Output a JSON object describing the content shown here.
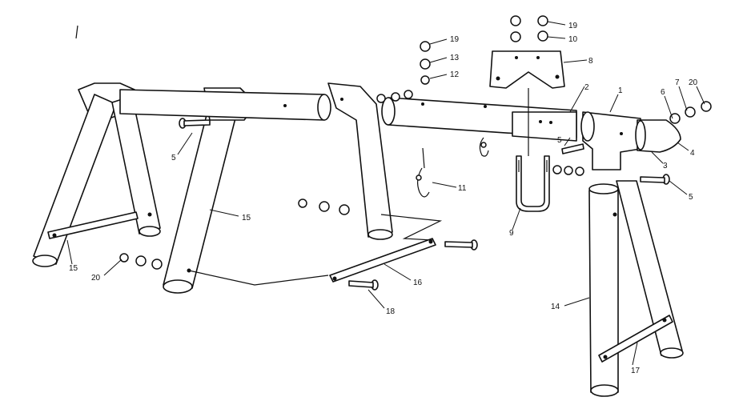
{
  "colors": {
    "ink": "#111111",
    "paper": "#ffffff"
  },
  "callouts": {
    "c1": "1",
    "c2": "2",
    "c3": "3",
    "c4": "4",
    "c5a": "5",
    "c5b": "5",
    "c5c": "5",
    "c6": "6",
    "c7": "7",
    "c8": "8",
    "c9": "9",
    "c10": "10",
    "c11": "11",
    "c12": "12",
    "c13": "13",
    "c14": "14",
    "c15a": "15",
    "c15b": "15",
    "c16": "16",
    "c17": "17",
    "c18": "18",
    "c19a": "19",
    "c19b": "19",
    "c20a": "20",
    "c20b": "20"
  }
}
